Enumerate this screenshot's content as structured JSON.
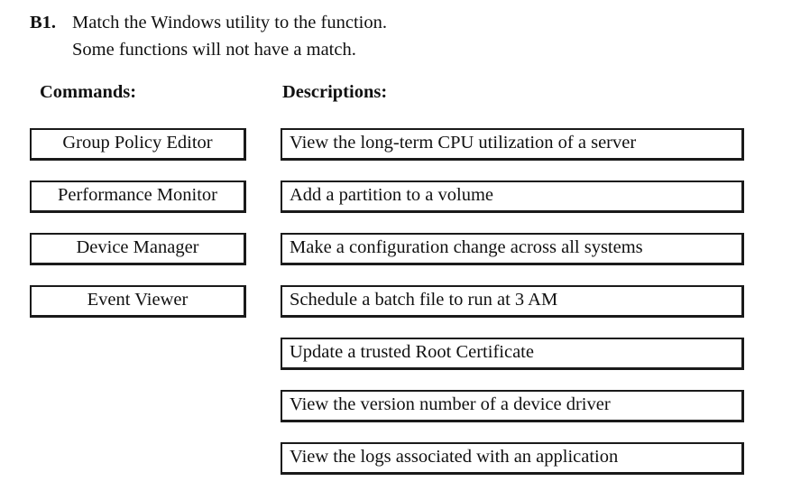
{
  "question": {
    "number": "B1.",
    "line1": "Match the Windows utility to the function.",
    "line2": "Some functions will not have a match."
  },
  "headings": {
    "commands": "Commands:",
    "descriptions": "Descriptions:"
  },
  "commands": [
    {
      "label": "Group Policy Editor"
    },
    {
      "label": "Performance Monitor"
    },
    {
      "label": "Device Manager"
    },
    {
      "label": "Event Viewer"
    }
  ],
  "descriptions": [
    {
      "label": "View the long-term CPU utilization of a server"
    },
    {
      "label": "Add a partition to a volume"
    },
    {
      "label": "Make a configuration change across all systems"
    },
    {
      "label": "Schedule a batch file to run at 3 AM"
    },
    {
      "label": "Update a trusted Root Certificate"
    },
    {
      "label": "View the version number of a device driver"
    },
    {
      "label": "View the logs associated with an application"
    }
  ],
  "colors": {
    "page_background": "#ffffff",
    "text": "#111111",
    "box_border": "#1a1a1a"
  }
}
